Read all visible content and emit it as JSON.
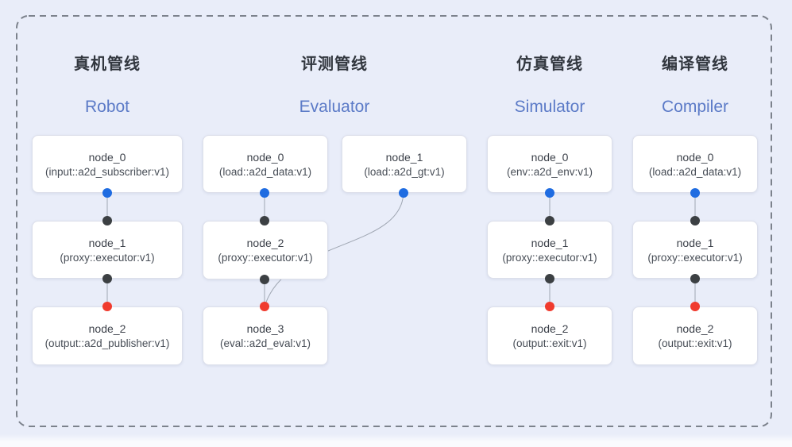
{
  "diagram": {
    "description": "Four pipeline flow diagrams inside a dashed rounded border",
    "colors": {
      "background": "#e9edf9",
      "dashed_border": "#7c828c",
      "node_background": "#ffffff",
      "node_border": "#dcdfea",
      "connector_line": "#9fa6b2",
      "dot_blue": "#1f6ce1",
      "dot_dark": "#3c4043",
      "dot_red": "#f03b2e",
      "zh_title_color": "#32373f",
      "en_title_color": "#5b7ac7"
    },
    "pipelines": [
      {
        "zh_title": "真机管线",
        "en_title": "Robot",
        "nodes": [
          {
            "name": "node_0",
            "type": "(input::a2d_subscriber:v1)"
          },
          {
            "name": "node_1",
            "type": "(proxy::executor:v1)"
          },
          {
            "name": "node_2",
            "type": "(output::a2d_publisher:v1)"
          }
        ]
      },
      {
        "zh_title": "评测管线",
        "en_title": "Evaluator",
        "nodes": [
          {
            "name": "node_0",
            "type": "(load::a2d_data:v1)"
          },
          {
            "name": "node_1",
            "type": "(load::a2d_gt:v1)"
          },
          {
            "name": "node_2",
            "type": "(proxy::executor:v1)"
          },
          {
            "name": "node_3",
            "type": "(eval::a2d_eval:v1)"
          }
        ]
      },
      {
        "zh_title": "仿真管线",
        "en_title": "Simulator",
        "nodes": [
          {
            "name": "node_0",
            "type": "(env::a2d_env:v1)"
          },
          {
            "name": "node_1",
            "type": "(proxy::executor:v1)"
          },
          {
            "name": "node_2",
            "type": "(output::exit:v1)"
          }
        ]
      },
      {
        "zh_title": "编译管线",
        "en_title": "Compiler",
        "nodes": [
          {
            "name": "node_0",
            "type": "(load::a2d_data:v1)"
          },
          {
            "name": "node_1",
            "type": "(proxy::executor:v1)"
          },
          {
            "name": "node_2",
            "type": "(output::exit:v1)"
          }
        ]
      }
    ]
  }
}
